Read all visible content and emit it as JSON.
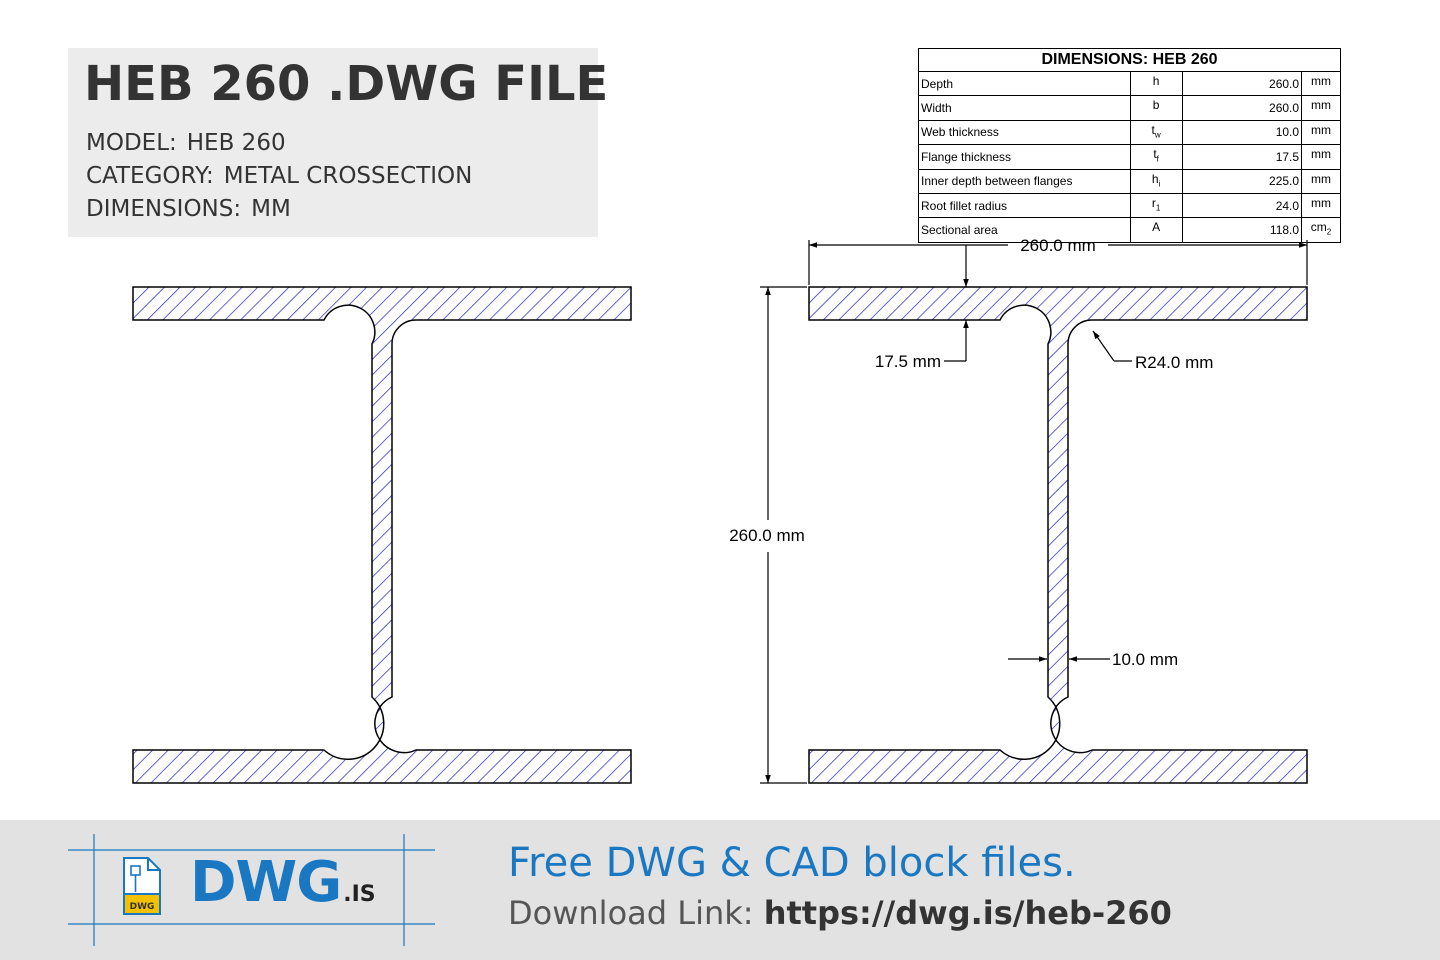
{
  "header": {
    "title": "HEB 260 .DWG FILE",
    "model_label": "MODEL:",
    "model_value": "HEB 260",
    "category_label": "CATEGORY:",
    "category_value": "METAL CROSSECTION",
    "dimensions_label": "DIMENSIONS:",
    "dimensions_value": "MM"
  },
  "table": {
    "title": "DIMENSIONS: HEB 260",
    "rows": [
      {
        "name": "Depth",
        "sym": "h",
        "sub": "",
        "value": "260.0",
        "unit": "mm",
        "unit_sub": ""
      },
      {
        "name": "Width",
        "sym": "b",
        "sub": "",
        "value": "260.0",
        "unit": "mm",
        "unit_sub": ""
      },
      {
        "name": "Web thickness",
        "sym": "t",
        "sub": "w",
        "value": "10.0",
        "unit": "mm",
        "unit_sub": ""
      },
      {
        "name": "Flange thickness",
        "sym": "t",
        "sub": "f",
        "value": "17.5",
        "unit": "mm",
        "unit_sub": ""
      },
      {
        "name": "Inner depth between flanges",
        "sym": "h",
        "sub": "i",
        "value": "225.0",
        "unit": "mm",
        "unit_sub": ""
      },
      {
        "name": "Root fillet radius",
        "sym": "r",
        "sub": "1",
        "value": "24.0",
        "unit": "mm",
        "unit_sub": ""
      },
      {
        "name": "Sectional area",
        "sym": "A",
        "sub": "",
        "value": "118.0",
        "unit": "cm",
        "unit_sub": "2"
      }
    ]
  },
  "drawing": {
    "width_label": "260.0 mm",
    "height_label": "260.0 mm",
    "flange_label": "17.5 mm",
    "radius_label": "R24.0 mm",
    "web_label": "10.0 mm",
    "stroke_color": "#000000",
    "hatch_color": "#2020c8"
  },
  "footer": {
    "logo_main": "DWG",
    "logo_tld": ".IS",
    "logo_badge": "DWG",
    "tagline": "Free DWG & CAD block files.",
    "download_label": "Download Link:",
    "download_url": "https://dwg.is/heb-260"
  },
  "colors": {
    "brand_blue": "#1a78c2",
    "panel_gray": "#ececec",
    "footer_gray": "#e2e2e2",
    "badge_yellow": "#f2c200"
  }
}
